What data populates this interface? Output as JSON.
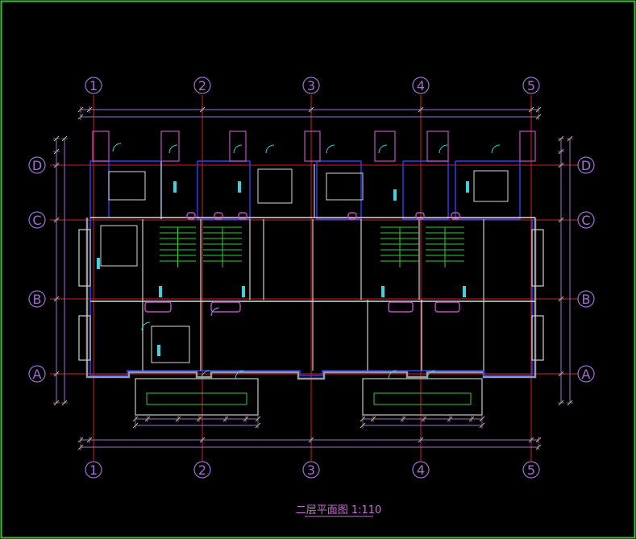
{
  "colors": {
    "frame": "#2ec82e",
    "axis": "#d42020",
    "bubble": "#a070d0",
    "dim": "#c8c850",
    "wall": "#e0e0e0",
    "window": "#c050c0",
    "door": "#40d0e0",
    "stair": "#30d030",
    "title": "#c070d0",
    "blue": "#3040ff"
  },
  "grid": {
    "columns": [
      "1",
      "2",
      "3",
      "4",
      "5"
    ],
    "rows": [
      "D",
      "C",
      "B",
      "A"
    ]
  },
  "title": "二层平面图 1:110"
}
